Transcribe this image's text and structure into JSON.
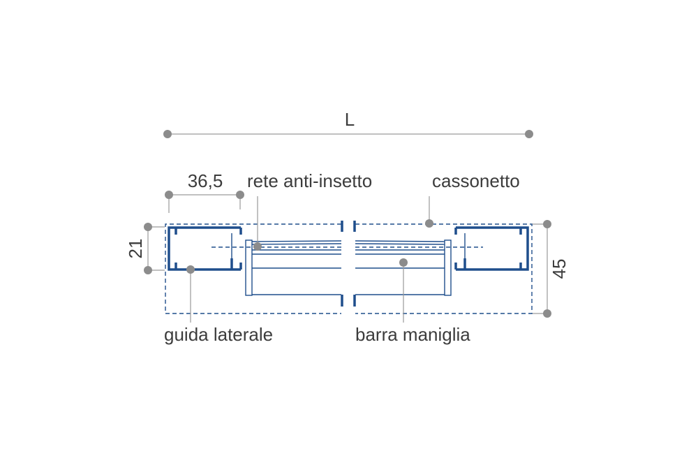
{
  "labels": {
    "overall_length": "L",
    "guide_width": "36,5",
    "guide_height": "21",
    "total_height": "45",
    "insect_net": "rete anti-insetto",
    "box": "cassonetto",
    "side_guide": "guida laterale",
    "handle_bar": "barra maniglia"
  },
  "colors": {
    "profile": "#1f4e8c",
    "dimension": "#9a9a9a",
    "text": "#3c3c3c"
  }
}
